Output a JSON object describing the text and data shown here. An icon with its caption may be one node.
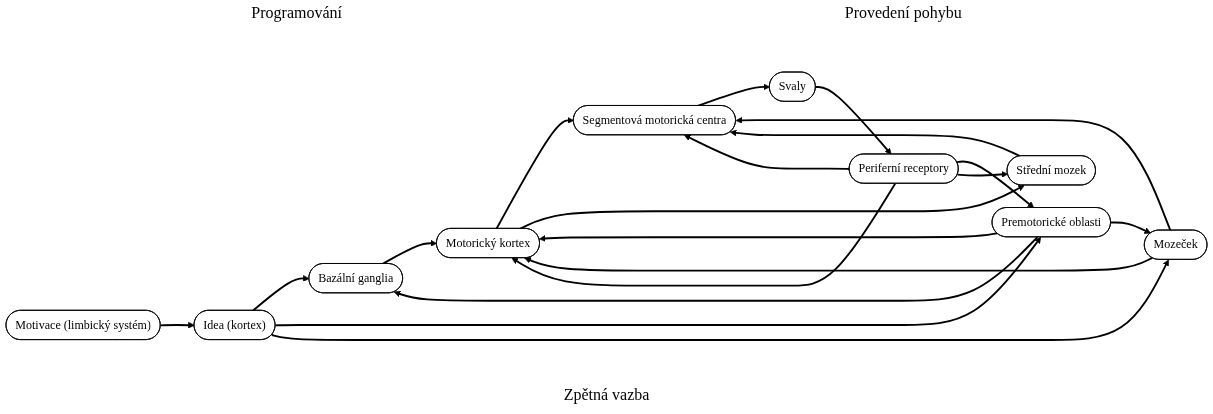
{
  "diagram": {
    "nodes": [
      {
        "text": [
          "Motivace (limbický systém)"
        ]
      },
      {
        "text": [
          "Idea (kortex)"
        ]
      },
      {
        "text": [
          "Bazální ganglia"
        ]
      },
      {
        "text": [
          "Premotorické oblasti"
        ]
      },
      {
        "text": [
          "Motorický kortex"
        ]
      },
      {
        "text": [
          "Segmentová motorická centra"
        ]
      },
      {
        "text": [
          "Svaly"
        ]
      },
      {
        "text": [
          "Mozeček"
        ]
      },
      {
        "text": [
          "Střední mozek"
        ]
      },
      {
        "text": [
          "Periferní receptory"
        ]
      }
    ],
    "edges": [
      {
        "from": 0,
        "to": 1,
        "arrow": "to"
      },
      {
        "from": 1,
        "to": 2,
        "arrow": "to"
      },
      {
        "from": 1,
        "to": 3,
        "arrow": "to"
      },
      {
        "from": 1,
        "to": 7,
        "arrow": "to"
      },
      {
        "from": 3,
        "to": 2,
        "arrow": "to"
      },
      {
        "from": 2,
        "to": 4,
        "arrow": "to"
      },
      {
        "from": 3,
        "to": 4,
        "arrow": "to"
      },
      {
        "from": 3,
        "to": 7,
        "arrow": "to"
      },
      {
        "from": 7,
        "to": 4,
        "arrow": "to"
      },
      {
        "from": 4,
        "to": 5,
        "arrow": "to"
      },
      {
        "from": 4,
        "to": 8,
        "arrow": "to"
      },
      {
        "from": 8,
        "to": 5,
        "arrow": "to"
      },
      {
        "from": 7,
        "to": 5,
        "arrow": "to"
      },
      {
        "from": 5,
        "to": 6,
        "arrow": "to"
      },
      {
        "from": 6,
        "to": 9,
        "arrow": "to"
      },
      {
        "from": 9,
        "to": 3,
        "arrow": "to"
      },
      {
        "from": 9,
        "to": 4,
        "arrow": "to"
      },
      {
        "from": 9,
        "to": 8,
        "arrow": "to"
      },
      {
        "from": 9,
        "to": 5,
        "arrow": "to"
      }
    ],
    "labels": [
      "Programování",
      "Provedení pohybu",
      "Zpětná vazba"
    ]
  }
}
